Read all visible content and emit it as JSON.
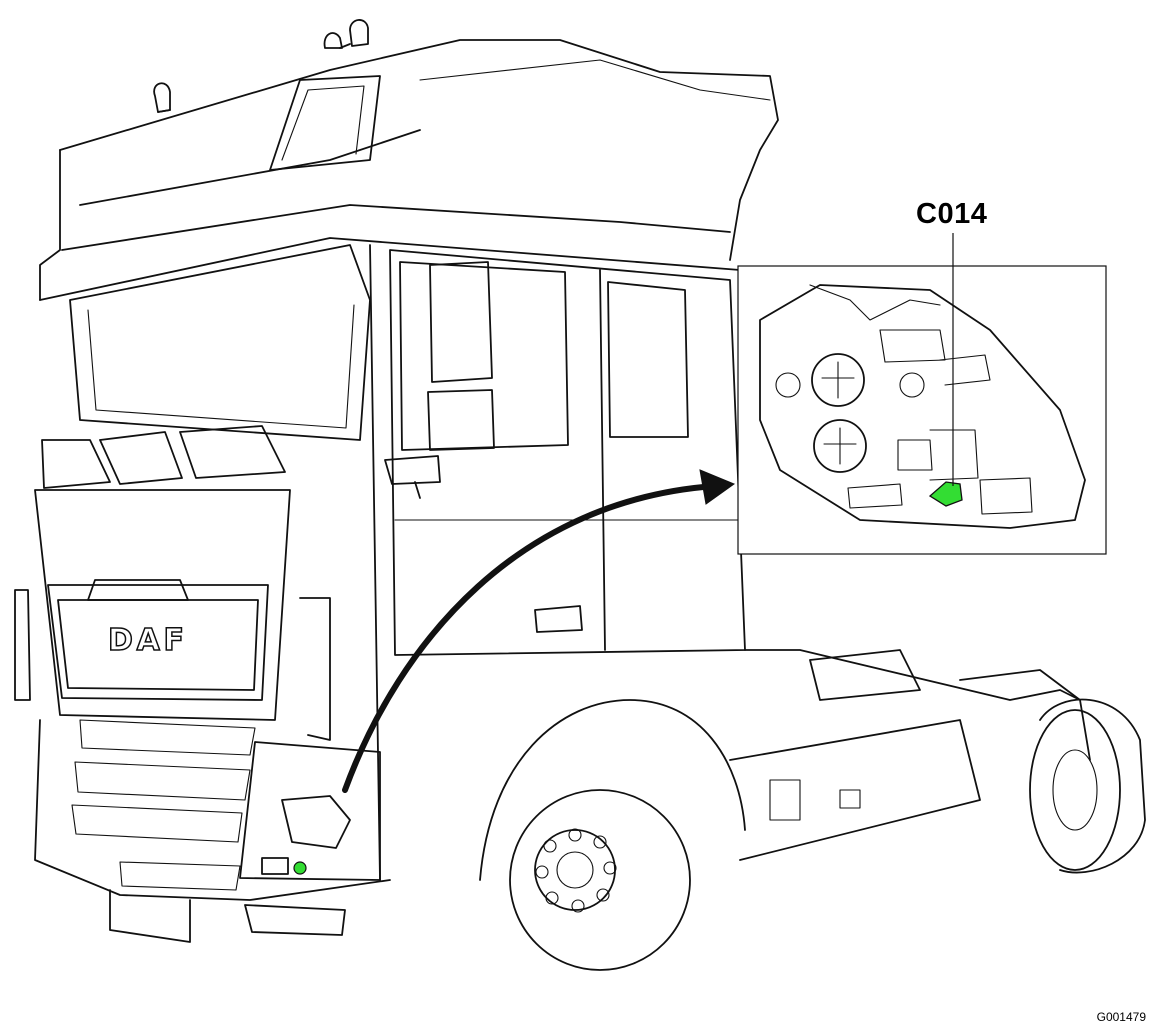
{
  "diagram": {
    "connector_label": "C014",
    "figure_code": "G001479",
    "brand_badge": "DAF",
    "highlight_color": "#33dd33"
  }
}
